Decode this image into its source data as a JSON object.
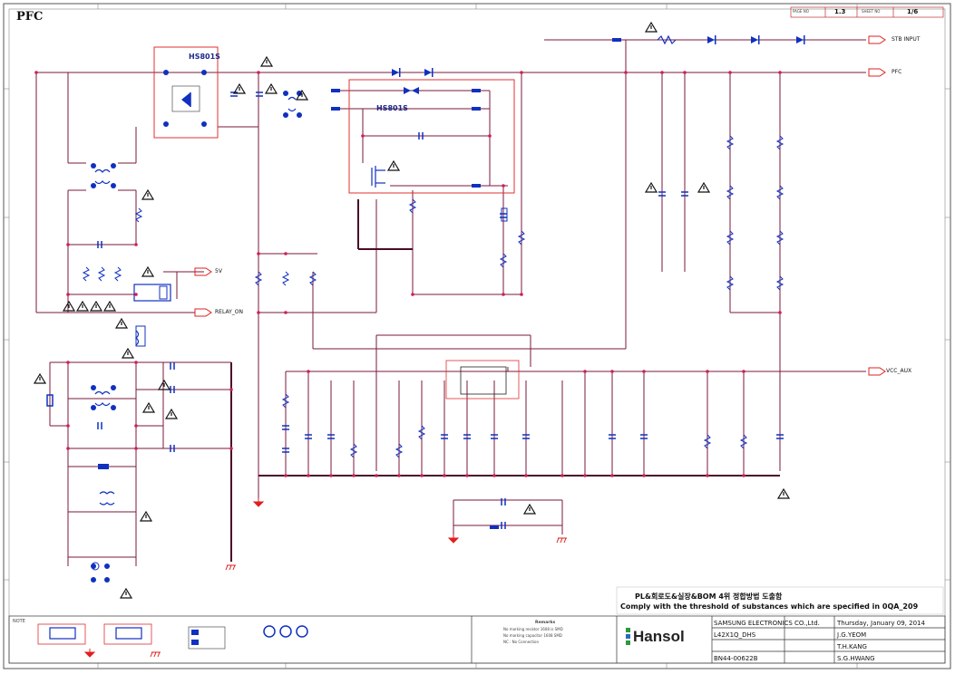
{
  "sheet": {
    "title": "PFC",
    "page_num": "1.3",
    "page_total": "1/6",
    "page_label": "PAGE NO",
    "sheet_label": "SHEET NO"
  },
  "ports": {
    "stb_input": "STB INPUT",
    "pfc": "PFC",
    "vcc_aux": "VCC_AUX",
    "v5": "5V",
    "relay_on": "RELAY_ON"
  },
  "blocks": {
    "hs1": "HS801S",
    "hs2": "HS801S"
  },
  "notices": {
    "line1": "PL&회로도&실장&BOM 4위 정합방법 도출함",
    "line2": "Comply with the threshold of substances which are specified in 0QA_209"
  },
  "title_block": {
    "company": "SAMSUNG ELECTRONICS CO.,Ltd.",
    "logo": "Hansol",
    "model": "L42X1Q_DHS",
    "part_no": "BN44-00622B",
    "date": "Thursday, January 09, 2014",
    "drawn": "J.G.YEOM",
    "checked": "T.H.KANG",
    "approved": "S.G.HWANG"
  },
  "remarks": {
    "title": "Remarks",
    "r1": "No marking resistor 1608 is SMD",
    "r2": "No marking capacitor 1608 SMD",
    "r3": "NC : No Connection"
  },
  "notes": {
    "label": "NOTE"
  },
  "colors": {
    "wire": "#7a1a3c",
    "ground": "#e02020",
    "component": "#1030c0",
    "box": "#e03030"
  }
}
